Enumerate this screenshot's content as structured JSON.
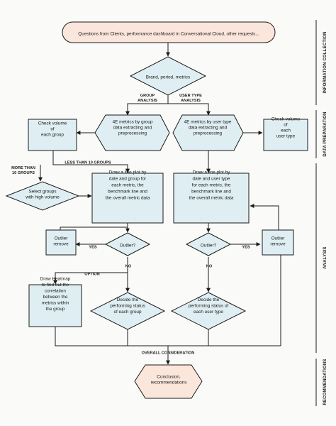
{
  "nodes": {
    "start": [
      "Questions from Clients, performance dashboard in Conversational Cloud, other requests..."
    ],
    "brand": [
      "Brand, period, metrics"
    ],
    "metrics_group": [
      "4E metrics by group",
      "data extracting and",
      "preprocessing"
    ],
    "metrics_user": [
      "4E metrics by user type",
      "data extracting and",
      "preprocessing"
    ],
    "check_group": [
      "Check volume",
      "of",
      "each group"
    ],
    "check_user": [
      "Check volume",
      "of",
      "each",
      "user type"
    ],
    "select_groups": [
      "Select groups",
      "with high volume"
    ],
    "plot_group": [
      "Draw a line plot by",
      "date and group for",
      "each metric, the",
      "benchmark line and",
      "the overall metric data"
    ],
    "plot_user": [
      "Draw a line plot by",
      "date and user type",
      "for each metric, the",
      "benchmark line and",
      "the overall metric data"
    ],
    "outlier_left": [
      "Outlier?"
    ],
    "outlier_right": [
      "Outlier?"
    ],
    "remove_left": [
      "Outlier",
      "remove"
    ],
    "remove_right": [
      "Outlier",
      "remove"
    ],
    "heatmap": [
      "Draw Heatmap",
      "to find out the",
      "correlation",
      "between the",
      "metrics within",
      "the group"
    ],
    "decide_group": [
      "Decide the",
      "performing status",
      "of each group"
    ],
    "decide_user": [
      "Decide the",
      "performing status of",
      "each user type"
    ],
    "conclusion": [
      "Conclusion,",
      "recommendations"
    ]
  },
  "edge_labels": {
    "group_analysis": [
      "GROUP",
      "ANALYSIS"
    ],
    "user_analysis": [
      "USER TYPE",
      "ANALYSIS"
    ],
    "less_than": [
      "LESS THAN 10 GROUPS"
    ],
    "more_than": [
      "MORE THAN",
      "10 GROUPS"
    ],
    "yes_left": [
      "YES"
    ],
    "yes_right": [
      "YES"
    ],
    "no_left": [
      "NO"
    ],
    "no_right": [
      "NO"
    ],
    "option": [
      "OPTION"
    ],
    "overall": [
      "OVERALL CONSIDERATION"
    ]
  },
  "sections": {
    "info": "INFORMATION COLLECTION",
    "prep": "DATA PREPARATION",
    "analysis": "ANALYSIS",
    "recs": "RECOMMENDATIONS"
  },
  "colors": {
    "box": "#dfeef2",
    "start": "#fbe6dc",
    "ink": "#1b1b1b"
  }
}
